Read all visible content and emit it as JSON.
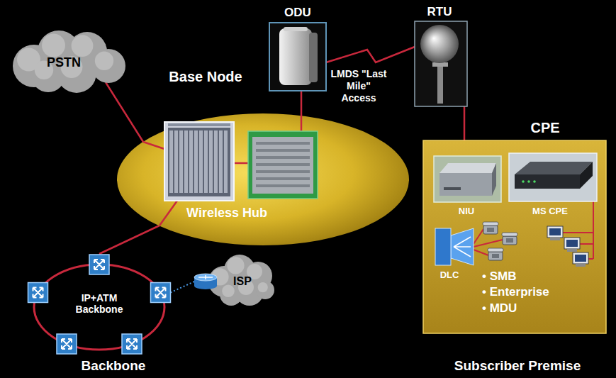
{
  "diagram": {
    "nodes": [
      {
        "text": [
          "PSTN"
        ]
      },
      {
        "text": [
          "Base Node",
          "Wireless Hub"
        ]
      },
      {
        "text": [
          "ODU"
        ]
      },
      {
        "text": [
          "RTU"
        ]
      },
      {
        "text": [
          "CPE",
          "• SMB",
          "• Enterprise",
          "• MDU"
        ]
      },
      {
        "text": [
          "NIU"
        ],
        "in": 4
      },
      {
        "text": [
          "MS CPE"
        ],
        "in": 4
      },
      {
        "text": [
          "DLC"
        ],
        "in": 4
      },
      {
        "text": [
          "IP+ATM Backbone"
        ]
      },
      {
        "text": [
          "ISP"
        ]
      }
    ],
    "edges": [
      {
        "from": 0,
        "to": 1,
        "arrow": "none"
      },
      {
        "from": 1,
        "to": 2,
        "arrow": "none"
      },
      {
        "from": 2,
        "to": 3,
        "label": "LMDS \"Last Mile\" Access",
        "arrow": "none"
      },
      {
        "from": 3,
        "to": 5,
        "arrow": "none"
      },
      {
        "from": 5,
        "to": 6,
        "arrow": "none"
      },
      {
        "from": 5,
        "to": 7,
        "arrow": "none"
      },
      {
        "from": 1,
        "to": 8,
        "arrow": "none"
      },
      {
        "from": 8,
        "to": 9,
        "arrow": "none"
      }
    ],
    "labels": [
      "Backbone",
      "Subscriber Premise"
    ]
  }
}
